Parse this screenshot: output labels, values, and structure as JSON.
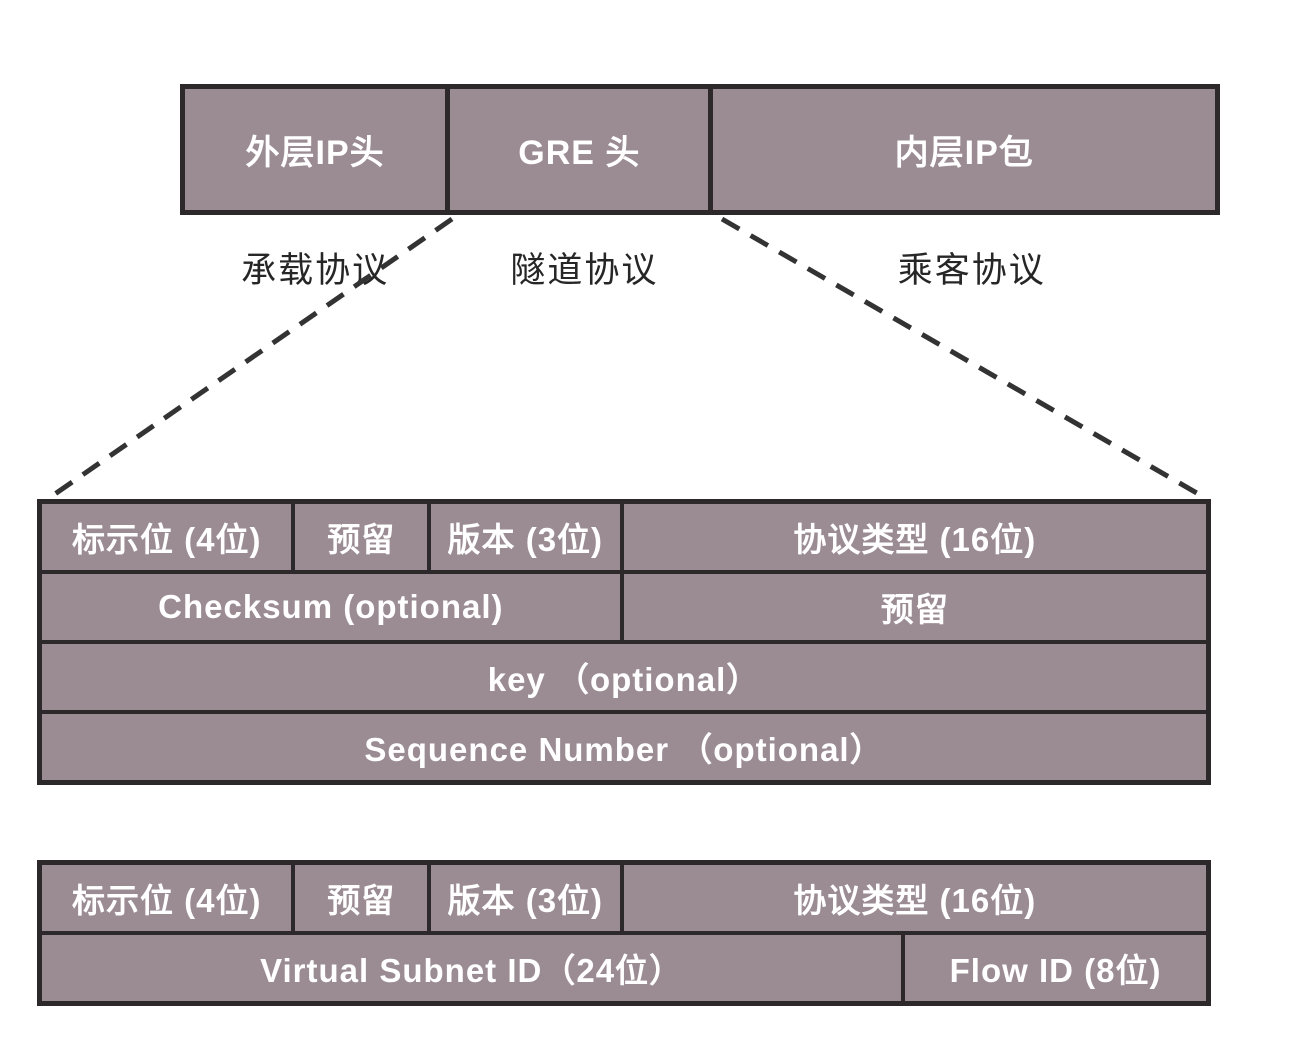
{
  "colors": {
    "cell_fill": "#9b8c93",
    "border": "#2d292b",
    "cell_text": "#ffffff",
    "caption_text": "#262626",
    "dash": "#333333",
    "page_bg": "#ffffff"
  },
  "packet_overview": {
    "boxes": [
      "外层IP头",
      "GRE 头",
      "内层IP包"
    ],
    "captions": [
      "承载协议",
      "隧道协议",
      "乘客协议"
    ]
  },
  "gre_header_table": {
    "rows": [
      [
        "标示位 (4位)",
        "预留",
        "版本 (3位)",
        "协议类型 (16位)"
      ],
      [
        "Checksum (optional)",
        "预留"
      ],
      [
        "key （optional）"
      ],
      [
        "Sequence Number （optional）"
      ]
    ]
  },
  "nvgre_header_table": {
    "rows": [
      [
        "标示位 (4位)",
        "预留",
        "版本 (3位)",
        "协议类型 (16位)"
      ],
      [
        "Virtual Subnet ID（24位）",
        "Flow ID (8位)"
      ]
    ]
  }
}
